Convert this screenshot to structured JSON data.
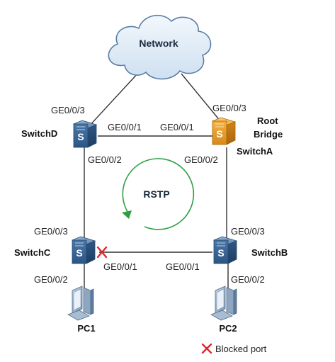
{
  "network": {
    "label": "Network"
  },
  "switches": {
    "switchD": {
      "name": "SwitchD",
      "port_up": "GE0/0/3",
      "port_right": "GE0/0/1",
      "port_down": "GE0/0/2"
    },
    "switchA": {
      "name": "SwitchA",
      "role_line1": "Root",
      "role_line2": "Bridge",
      "port_up": "GE0/0/3",
      "port_left": "GE0/0/1",
      "port_down": "GE0/0/2"
    },
    "switchC": {
      "name": "SwitchC",
      "port_up": "GE0/0/3",
      "port_right": "GE0/0/1",
      "port_down": "GE0/0/2"
    },
    "switchB": {
      "name": "SwitchB",
      "port_up": "GE0/0/3",
      "port_left": "GE0/0/1",
      "port_down": "GE0/0/2"
    }
  },
  "pcs": {
    "pc1": {
      "name": "PC1"
    },
    "pc2": {
      "name": "PC2"
    }
  },
  "switch_icon_letter": "S",
  "protocol": {
    "label": "RSTP"
  },
  "legend": {
    "blocked_port": "Blocked port"
  },
  "colors": {
    "switch_blue": "#3c6a9c",
    "root_orange": "#e8a020",
    "cloud_fill": "#e3eef8",
    "cloud_stroke": "#5a7fa6",
    "link": "#333333",
    "rstp_arrow": "#2ea043",
    "blocked_x": "#e0262b"
  },
  "icons": {
    "cloud": "cloud-icon",
    "switch": "switch-icon",
    "pc": "pc-icon",
    "blocked": "blocked-x-icon",
    "cycle": "circular-arrow-icon"
  }
}
